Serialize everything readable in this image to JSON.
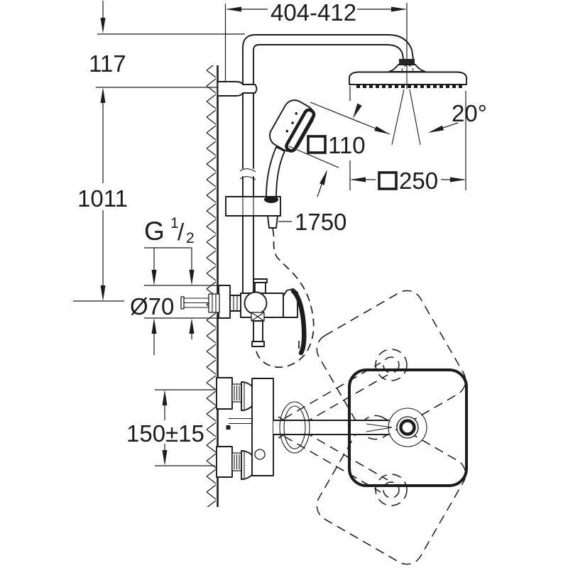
{
  "drawing": {
    "type": "shower-system-installation-diagram",
    "units": "mm",
    "colors": {
      "line": "#1c1c1c",
      "background": "#ffffff"
    },
    "dimensions": {
      "width_range": "404-412",
      "top_offset": "117",
      "rail_height": "1011",
      "hose_length": "1750",
      "hand_shower_face": "110",
      "head_shower_face": "250",
      "spray_angle": "20°",
      "escutcheon_diameter": "Ø70",
      "connection_spacing": "150±15",
      "thread": {
        "g": "G",
        "numerator": "1",
        "slash": "/",
        "denominator": "2"
      }
    }
  }
}
